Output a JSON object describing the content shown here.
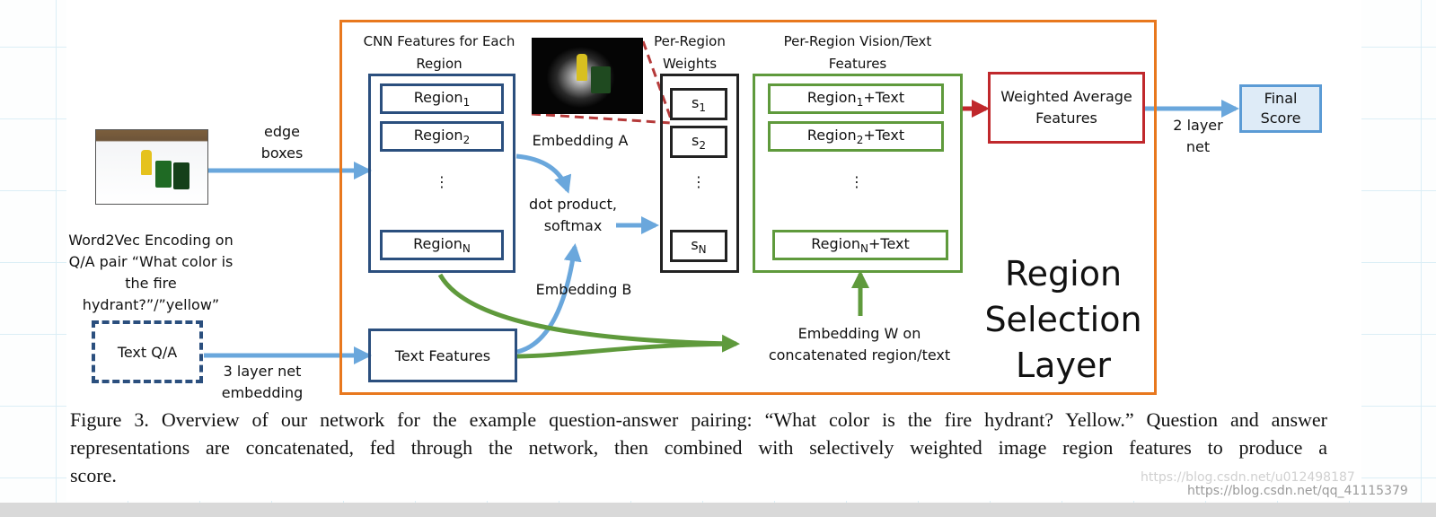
{
  "diagram": {
    "cnn_header": "CNN Features for Each Region",
    "regions": [
      {
        "base": "Region",
        "sub": "1"
      },
      {
        "base": "Region",
        "sub": "2"
      },
      {
        "base": "Region",
        "sub": "N"
      }
    ],
    "ellipsis": "⋮",
    "weights_header": "Per-Region Weights",
    "weights": [
      {
        "base": "s",
        "sub": "1"
      },
      {
        "base": "s",
        "sub": "2"
      },
      {
        "base": "s",
        "sub": "N"
      }
    ],
    "vision_text_header": "Per-Region Vision/Text Features",
    "vision_text": [
      {
        "base": "Region",
        "sub": "1",
        "suffix": "+Text"
      },
      {
        "base": "Region",
        "sub": "2",
        "suffix": "+Text"
      },
      {
        "base": "Region",
        "sub": "N",
        "suffix": "+Text"
      }
    ],
    "weighted_avg": "Weighted Average Features",
    "final_score": "Final Score",
    "two_layer_net": "2 layer net",
    "edge_boxes": "edge boxes",
    "embedding_a": "Embedding A",
    "dot_product": "dot product, softmax",
    "embedding_b": "Embedding B",
    "word2vec": "Word2Vec Encoding on Q/A pair “What color is the fire hydrant?”/”yellow”",
    "text_qa": "Text Q/A",
    "three_layer": "3 layer net embedding",
    "text_features": "Text Features",
    "embedding_w": "Embedding W on concatenated region/text",
    "layer_title": "Region Selection Layer"
  },
  "caption": {
    "lines": [
      "Figure 3. Overview of our network for the example question-answer pairing: “What color is the fire hydrant? Yellow.” Question and answer",
      "representations are concatenated, fed through the network, then combined with selectively weighted image region features to produce a",
      "score."
    ]
  },
  "watermark": {
    "faint": "https://blog.csdn.net/u012498187",
    "main": "https://blog.csdn.net/qq_41115379"
  },
  "colors": {
    "orange": "#e8781e",
    "navy": "#2b4f7e",
    "black": "#222222",
    "green": "#5f9a3c",
    "red": "#c0282c",
    "lightblue": "#5b9bd5",
    "arrow_blue": "#6aa7dc"
  }
}
